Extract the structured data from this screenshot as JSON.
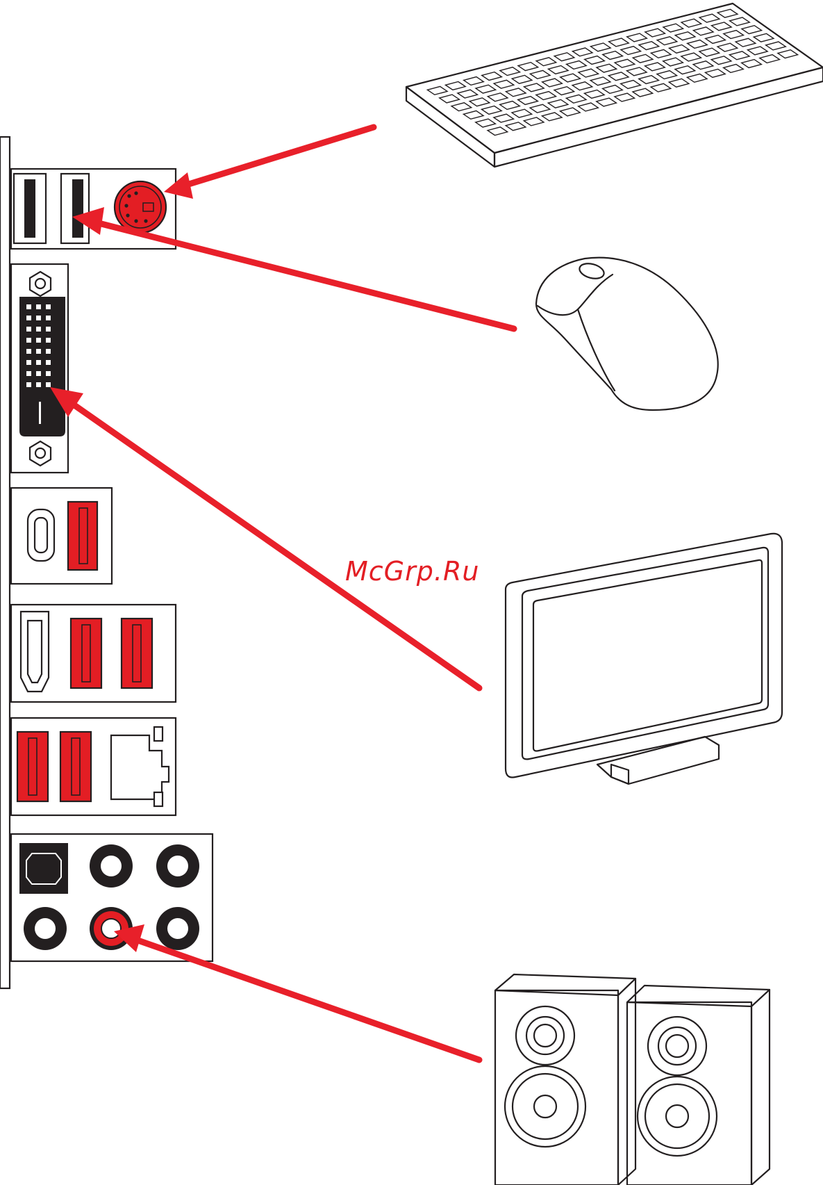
{
  "watermark": {
    "text": "McGrp.Ru",
    "color": "#e31e24"
  },
  "colors": {
    "accent_red": "#e31e24",
    "line": "#231f20",
    "arrow": "#e8202a"
  },
  "connections": [
    {
      "device": "keyboard",
      "port": "ps2-port"
    },
    {
      "device": "mouse",
      "port": "usb-2-port"
    },
    {
      "device": "monitor",
      "port": "dvi-port"
    },
    {
      "device": "speakers",
      "port": "audio-line-out-jack"
    }
  ]
}
